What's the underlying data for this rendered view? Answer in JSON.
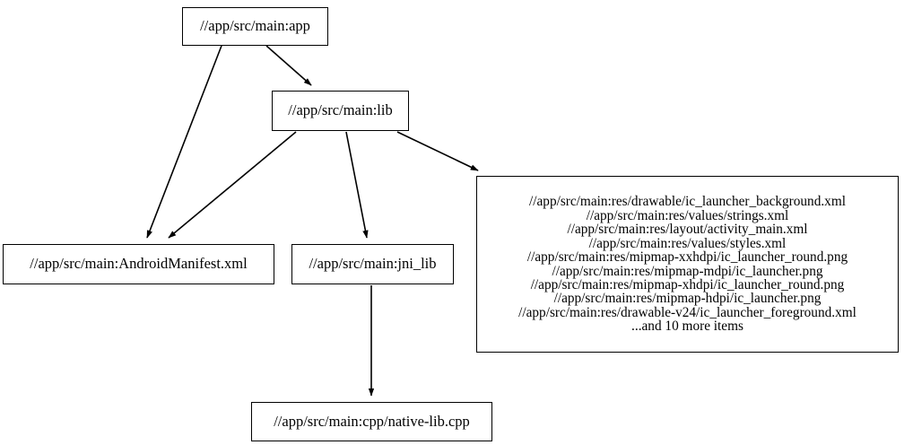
{
  "graph": {
    "type": "directed-acyclic-graph",
    "background_color": "#ffffff",
    "node_border_color": "#000000",
    "edge_color": "#000000",
    "text_color": "#000000",
    "nodes": [
      {
        "id": "app",
        "label": "//app/src/main:app"
      },
      {
        "id": "lib",
        "label": "//app/src/main:lib"
      },
      {
        "id": "manifest",
        "label": "//app/src/main:AndroidManifest.xml"
      },
      {
        "id": "jni_lib",
        "label": "//app/src/main:jni_lib"
      },
      {
        "id": "res",
        "label": "//app/src/main:res/drawable/ic_launcher_background.xml\n//app/src/main:res/values/strings.xml\n//app/src/main:res/layout/activity_main.xml\n//app/src/main:res/values/styles.xml\n//app/src/main:res/mipmap-xxhdpi/ic_launcher_round.png\n//app/src/main:res/mipmap-mdpi/ic_launcher.png\n//app/src/main:res/mipmap-xhdpi/ic_launcher_round.png\n//app/src/main:res/mipmap-hdpi/ic_launcher.png\n//app/src/main:res/drawable-v24/ic_launcher_foreground.xml\n...and 10 more items",
        "lines": [
          "//app/src/main:res/drawable/ic_launcher_background.xml",
          "//app/src/main:res/values/strings.xml",
          "//app/src/main:res/layout/activity_main.xml",
          "//app/src/main:res/values/styles.xml",
          "//app/src/main:res/mipmap-xxhdpi/ic_launcher_round.png",
          "//app/src/main:res/mipmap-mdpi/ic_launcher.png",
          "//app/src/main:res/mipmap-xhdpi/ic_launcher_round.png",
          "//app/src/main:res/mipmap-hdpi/ic_launcher.png",
          "//app/src/main:res/drawable-v24/ic_launcher_foreground.xml",
          "...and 10 more items"
        ]
      },
      {
        "id": "cpp",
        "label": "//app/src/main:cpp/native-lib.cpp"
      }
    ],
    "edges": [
      {
        "from": "app",
        "to": "lib"
      },
      {
        "from": "app",
        "to": "manifest"
      },
      {
        "from": "lib",
        "to": "manifest"
      },
      {
        "from": "lib",
        "to": "jni_lib"
      },
      {
        "from": "lib",
        "to": "res"
      },
      {
        "from": "jni_lib",
        "to": "cpp"
      }
    ]
  }
}
